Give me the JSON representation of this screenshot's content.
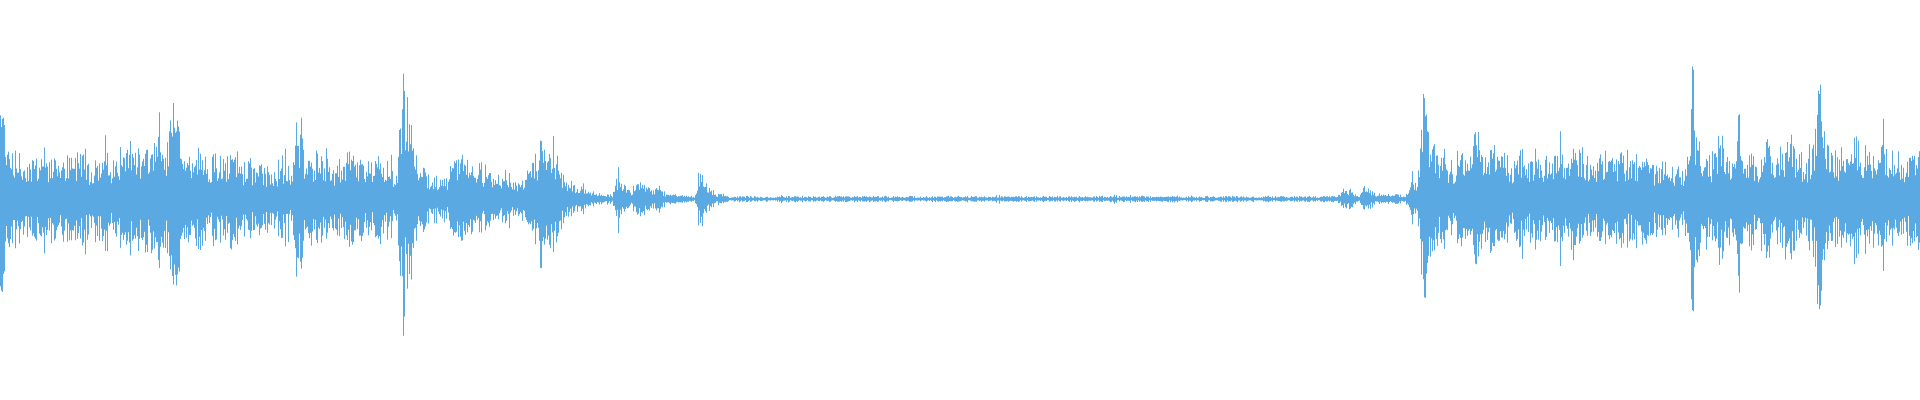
{
  "waveform": {
    "color": "#5aa9e2",
    "background": "#ffffff",
    "peak_envelope": [
      0.93,
      0.46,
      0.38,
      0.3,
      0.28,
      0.3,
      0.36,
      0.3,
      0.28,
      0.32,
      0.3,
      0.26,
      0.3,
      0.32,
      0.44,
      0.3,
      0.28,
      0.3,
      0.38,
      0.28,
      0.34,
      0.3,
      0.35,
      0.54,
      0.3,
      0.35,
      0.4,
      0.6,
      0.33,
      0.5,
      0.66,
      0.46,
      0.32,
      0.3,
      0.36,
      0.28,
      0.3,
      0.26,
      0.3,
      0.28,
      0.32,
      0.28,
      0.28,
      0.26,
      0.22,
      0.24,
      0.2,
      0.26,
      0.28,
      0.3,
      0.2,
      0.66,
      0.36,
      0.3,
      0.32,
      0.28,
      0.3,
      0.26,
      0.24,
      0.26,
      0.32,
      0.28,
      0.3,
      0.28,
      0.24,
      0.3,
      0.26,
      0.22,
      0.2,
      0.84,
      0.7,
      0.46,
      0.28,
      0.18,
      0.2,
      0.16,
      0.14,
      0.18,
      0.36,
      0.3,
      0.26,
      0.22,
      0.28,
      0.24,
      0.2,
      0.18,
      0.2,
      0.16,
      0.14,
      0.12,
      0.18,
      0.24,
      0.38,
      0.46,
      0.3,
      0.4,
      0.2,
      0.14,
      0.12,
      0.1,
      0.08,
      0.06,
      0.05,
      0.04,
      0.04,
      0.03,
      0.2,
      0.1,
      0.06,
      0.12,
      0.14,
      0.1,
      0.06,
      0.08,
      0.05,
      0.04,
      0.03,
      0.03,
      0.02,
      0.02,
      0.24,
      0.1,
      0.06,
      0.04,
      0.03,
      0.02,
      0.02,
      0.02,
      0.02,
      0.02,
      0.02,
      0.02,
      0.02,
      0.02,
      0.02,
      0.02,
      0.02,
      0.02,
      0.02,
      0.02,
      0.02,
      0.02,
      0.02,
      0.02,
      0.02,
      0.02,
      0.02,
      0.02,
      0.02,
      0.02,
      0.02,
      0.02,
      0.02,
      0.02,
      0.02,
      0.02,
      0.02,
      0.02,
      0.02,
      0.02,
      0.02,
      0.02,
      0.02,
      0.02,
      0.02,
      0.02,
      0.02,
      0.02,
      0.02,
      0.02,
      0.02,
      0.02,
      0.02,
      0.02,
      0.02,
      0.02,
      0.02,
      0.02,
      0.02,
      0.02,
      0.02,
      0.02,
      0.02,
      0.02,
      0.02,
      0.02,
      0.02,
      0.02,
      0.02,
      0.02,
      0.02,
      0.02,
      0.02,
      0.02,
      0.02,
      0.02,
      0.02,
      0.02,
      0.02,
      0.02,
      0.02,
      0.02,
      0.02,
      0.02,
      0.02,
      0.02,
      0.02,
      0.02,
      0.02,
      0.02,
      0.02,
      0.02,
      0.02,
      0.02,
      0.02,
      0.02,
      0.02,
      0.02,
      0.02,
      0.02,
      0.02,
      0.02,
      0.02,
      0.02,
      0.02,
      0.02,
      0.02,
      0.02,
      0.02,
      0.02,
      0.06,
      0.08,
      0.04,
      0.03,
      0.1,
      0.06,
      0.04,
      0.03,
      0.04,
      0.03,
      0.03,
      0.03,
      0.2,
      0.12,
      0.82,
      0.46,
      0.3,
      0.34,
      0.28,
      0.26,
      0.3,
      0.32,
      0.28,
      0.66,
      0.34,
      0.3,
      0.4,
      0.32,
      0.3,
      0.28,
      0.34,
      0.36,
      0.3,
      0.32,
      0.28,
      0.3,
      0.34,
      0.3,
      0.36,
      0.3,
      0.46,
      0.34,
      0.3,
      0.28,
      0.32,
      0.3,
      0.28,
      0.3,
      0.34,
      0.3,
      0.28,
      0.3,
      0.32,
      0.28,
      0.26,
      0.3,
      0.28,
      0.26,
      0.24,
      0.22,
      0.92,
      0.44,
      0.34,
      0.3,
      0.32,
      0.42,
      0.3,
      0.28,
      0.7,
      0.36,
      0.32,
      0.3,
      0.34,
      0.4,
      0.3,
      0.32,
      0.38,
      0.48,
      0.34,
      0.3,
      0.36,
      0.38,
      0.82,
      0.48,
      0.38,
      0.34,
      0.4,
      0.3,
      0.46,
      0.34,
      0.32,
      0.3,
      0.34,
      0.3,
      0.36,
      0.32,
      0.3,
      0.28,
      0.32,
      0.3
    ]
  }
}
